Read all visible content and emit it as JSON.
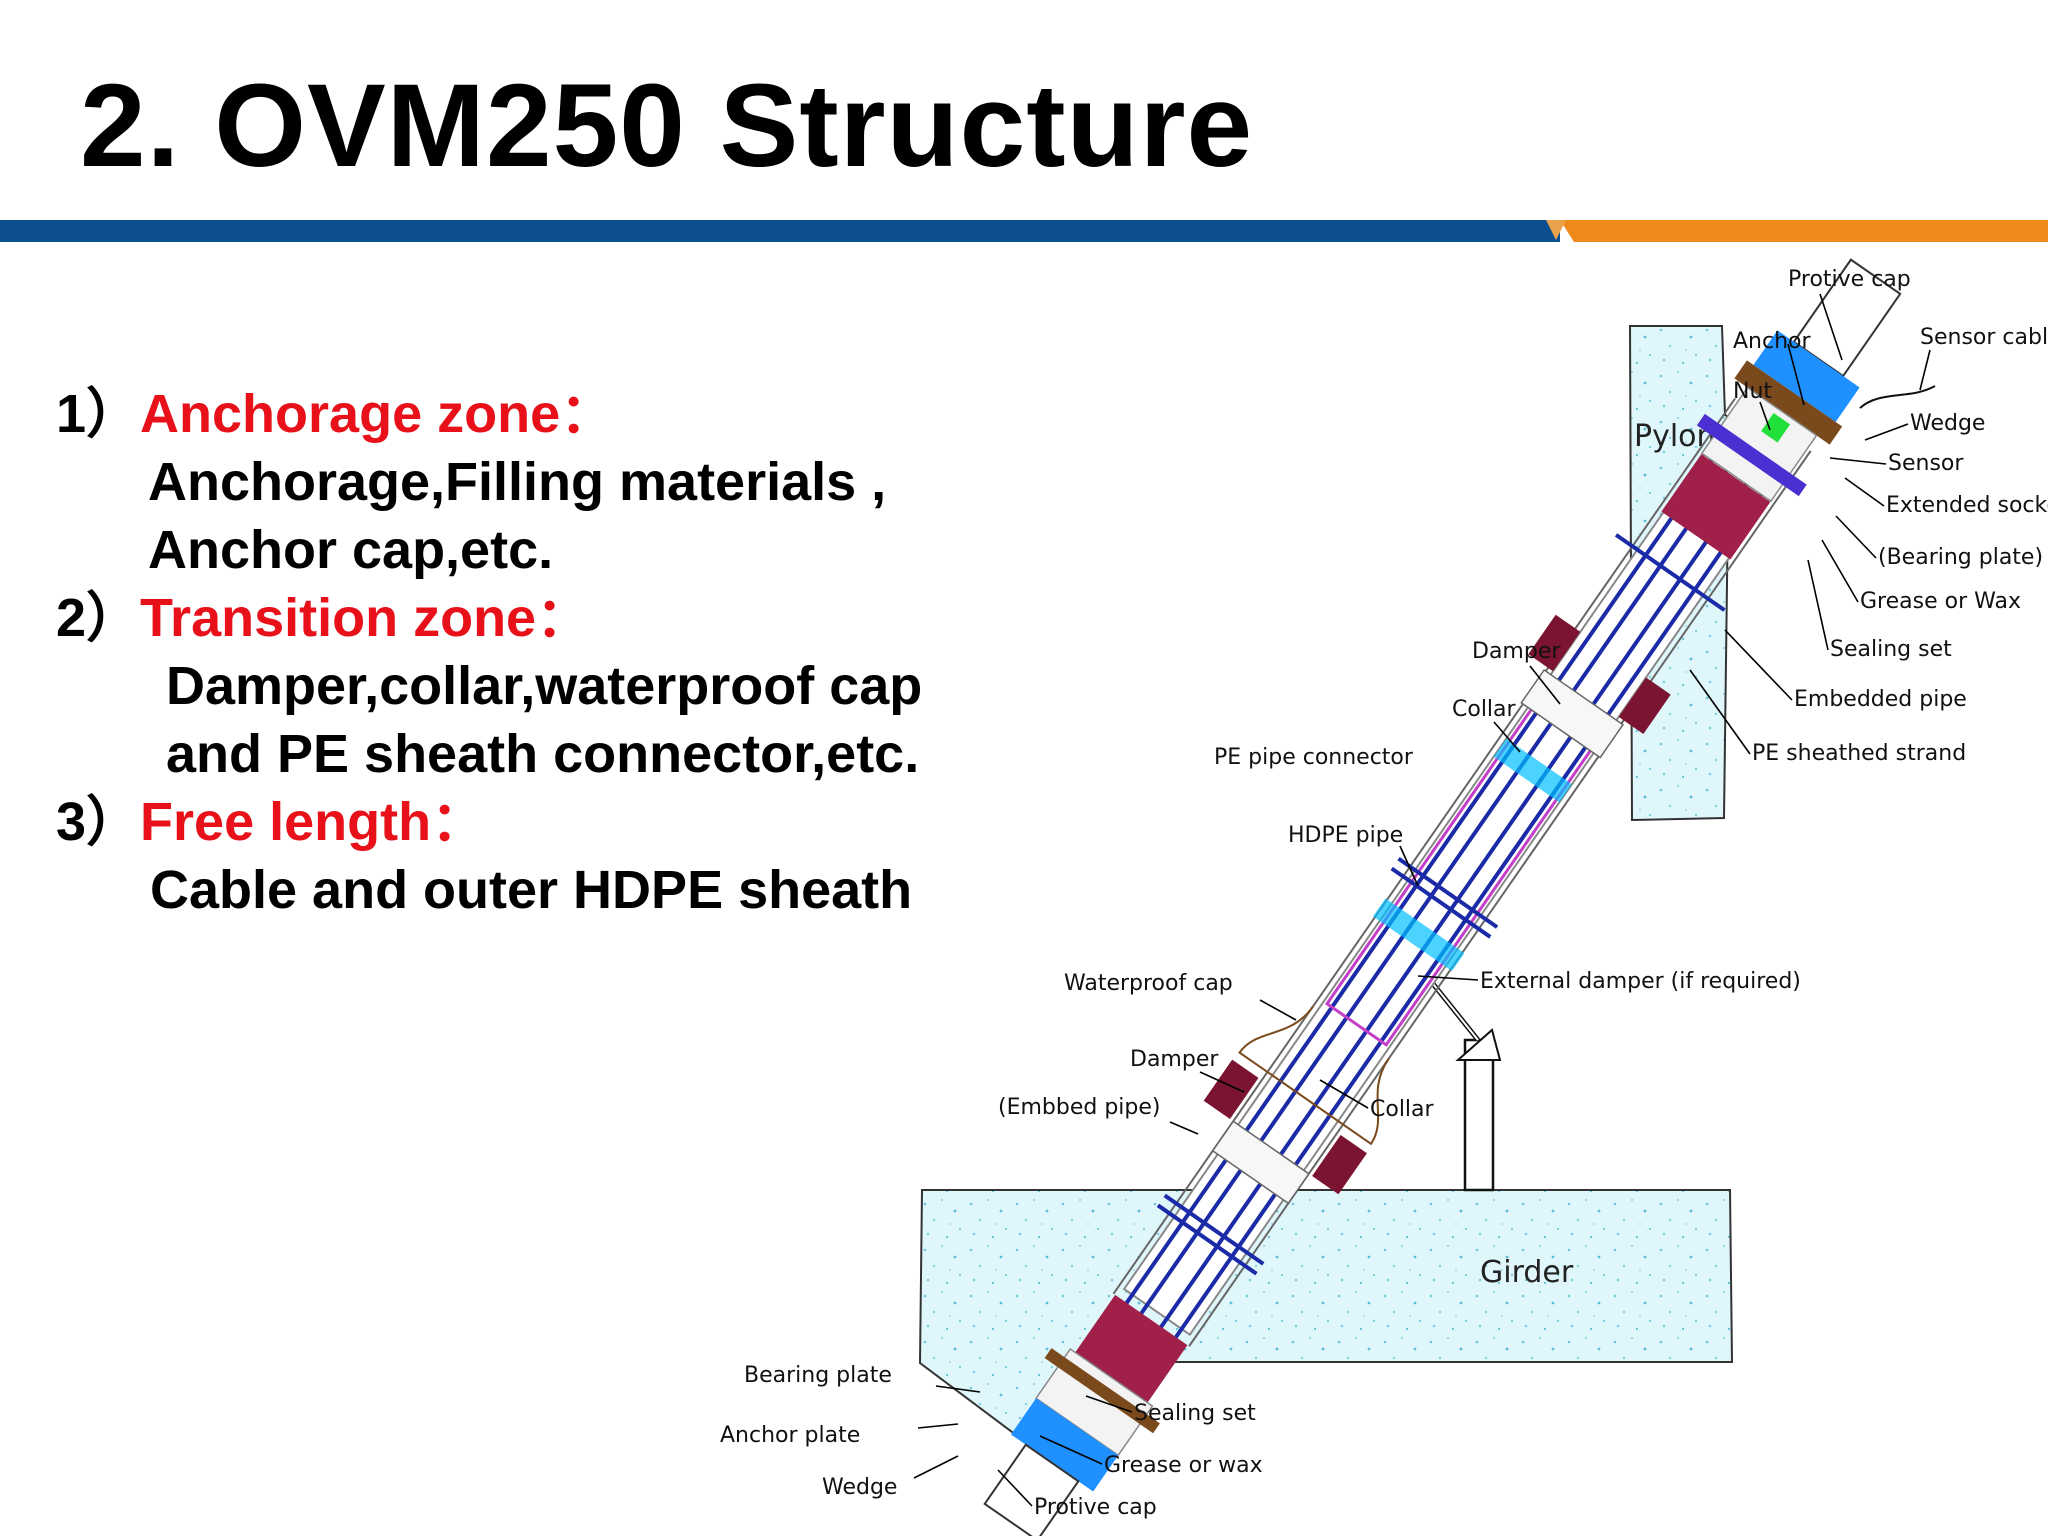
{
  "slide": {
    "title": "2. OVM250 Structure",
    "colors": {
      "band_blue": "#0c4f8e",
      "band_orange": "#ee8a1c",
      "zone_red": "#e8111a"
    }
  },
  "zones": [
    {
      "num": "1）",
      "label": "Anchorage zone",
      "colon": "：",
      "lines": [
        "Anchorage,Filling materials ,",
        "Anchor cap,etc."
      ]
    },
    {
      "num": "2）",
      "label": "Transition zone",
      "colon": "：",
      "lines": [
        "Damper,collar,waterproof cap",
        "and PE sheath connector,etc."
      ]
    },
    {
      "num": "3）",
      "label": "Free length",
      "colon": "：",
      "lines": [
        "Cable and outer HDPE sheath"
      ]
    }
  ],
  "diagram": {
    "pylon": "Pylon",
    "girder": "Girder",
    "labels": {
      "protive_cap_top": "Protive cap",
      "anchor": "Anchor",
      "sensor_cable": "Sensor cable",
      "nut": "Nut",
      "wedge_top": "Wedge",
      "sensor": "Sensor",
      "extended_socket": "Extended socket",
      "bearing_plate_top": "(Bearing plate)",
      "grease_top": "Grease or Wax",
      "sealing_top": "Sealing set",
      "embedded_pipe": "Embedded pipe",
      "pe_strand": "PE sheathed strand",
      "damper_top": "Damper",
      "collar_top": "Collar",
      "pe_connector": "PE pipe connector",
      "hdpe_pipe": "HDPE pipe",
      "external_damper": "External damper (if required)",
      "waterproof_cap": "Waterproof cap",
      "damper_low": "Damper",
      "embbed_pipe": "(Embbed pipe)",
      "collar_low": "Collar",
      "bearing_plate_low": "Bearing plate",
      "anchor_plate": "Anchor plate",
      "wedge_low": "Wedge",
      "sealing_low": "Sealing set",
      "grease_low": "Grease or wax",
      "protive_cap_low": "Protive cap"
    }
  }
}
